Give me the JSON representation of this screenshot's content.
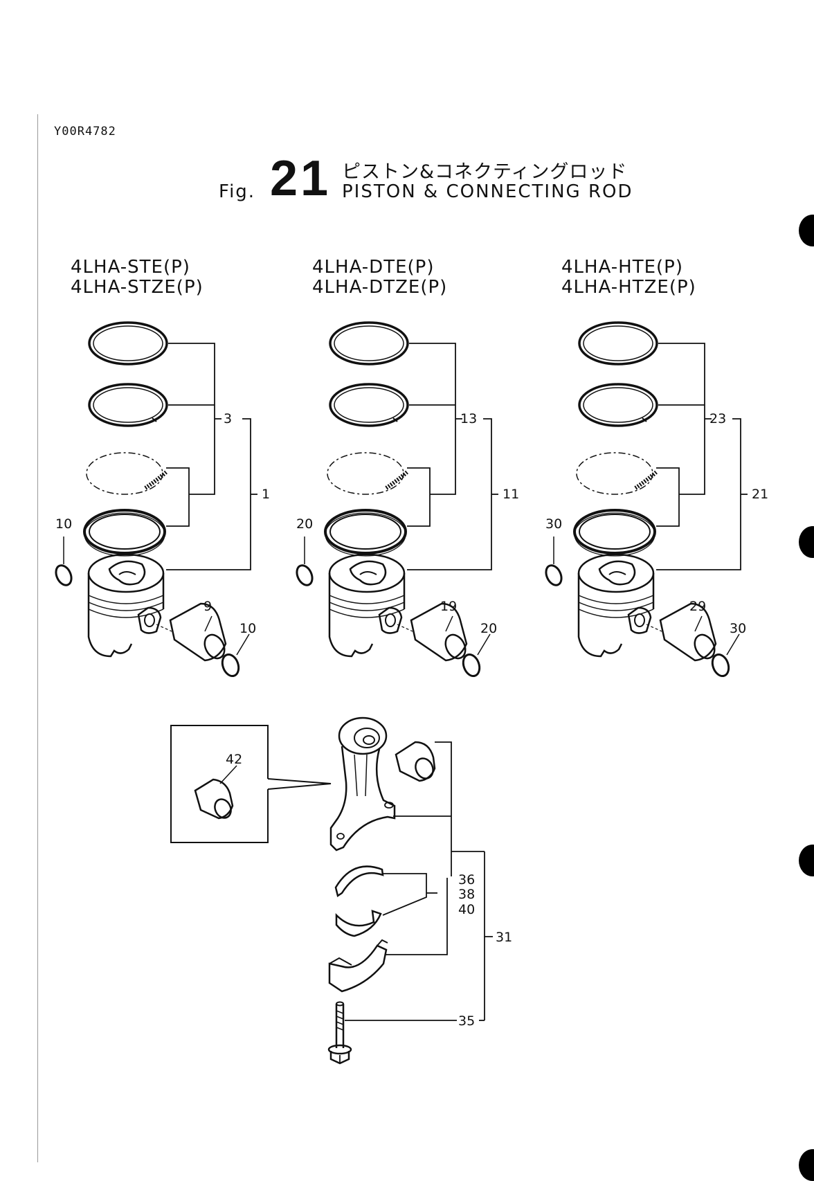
{
  "header": {
    "doc_code": "Y00R4782",
    "fig_prefix": "Fig.",
    "fig_number": "21",
    "title_jp": "ピストン&コネクティングロッド",
    "title_en": "PISTON & CONNECTING ROD"
  },
  "models": [
    {
      "line1": "4LHA-STE(P)",
      "line2": "4LHA-STZE(P)"
    },
    {
      "line1": "4LHA-DTE(P)",
      "line2": "4LHA-DTZE(P)"
    },
    {
      "line1": "4LHA-HTE(P)",
      "line2": "4LHA-HTZE(P)"
    }
  ],
  "piston_groups": [
    {
      "rings": "3",
      "assy": "1",
      "clip": "10",
      "pin": "9"
    },
    {
      "rings": "13",
      "assy": "11",
      "clip": "20",
      "pin": "19"
    },
    {
      "rings": "23",
      "assy": "21",
      "clip": "30",
      "pin": "29"
    }
  ],
  "rod_callouts": {
    "bushing": "42",
    "bearing_1": "36",
    "bearing_2": "38",
    "bearing_3": "40",
    "assy": "31",
    "bolt": "35"
  }
}
